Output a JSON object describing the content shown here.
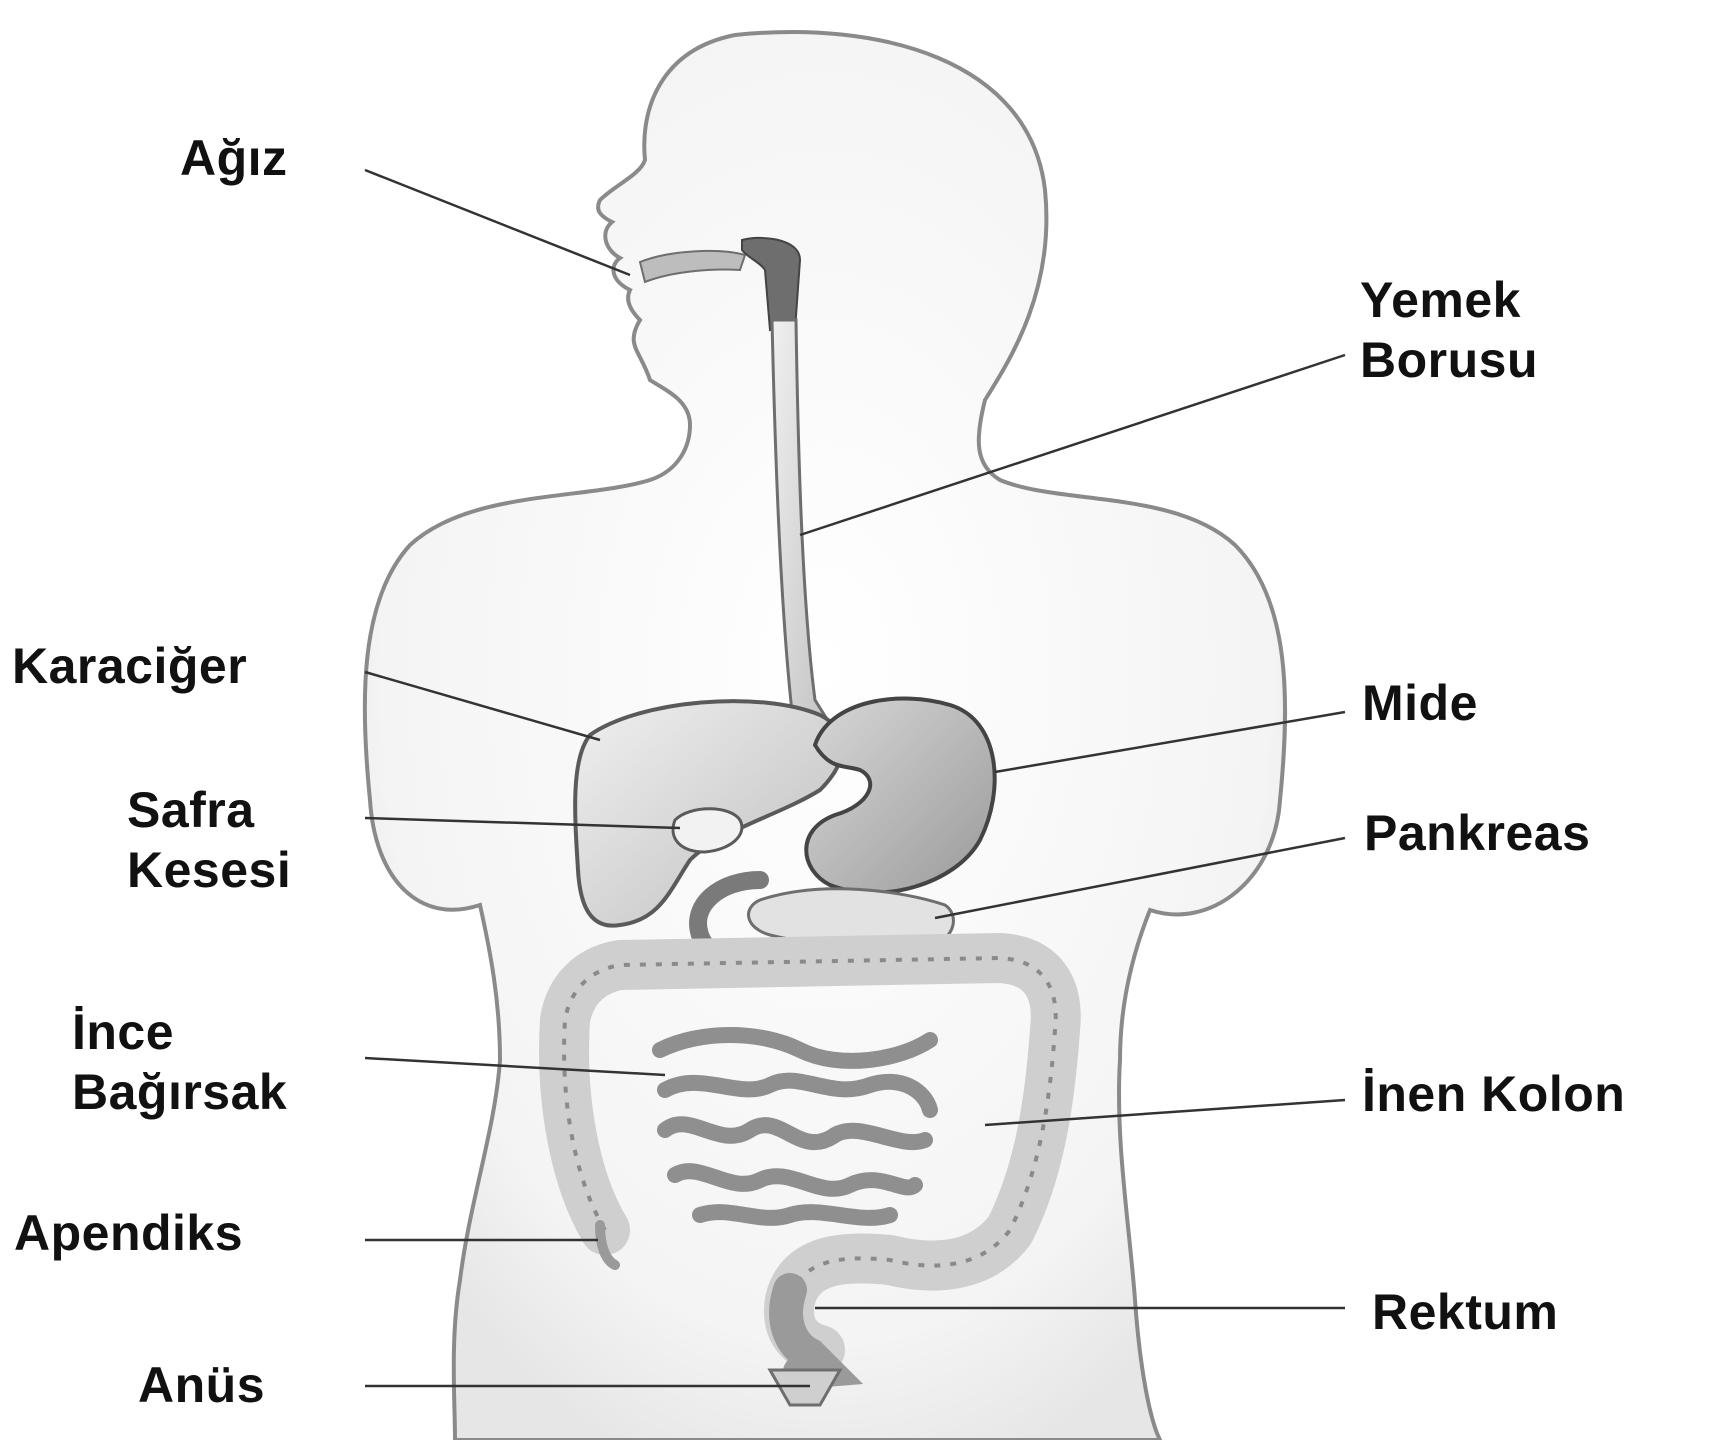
{
  "diagram": {
    "labels": {
      "agiz": "Ağız",
      "yemek_borusu_1": "Yemek",
      "yemek_borusu_2": "Borusu",
      "karaciger": "Karaciğer",
      "mide": "Mide",
      "safra_1": "Safra",
      "safra_2": "Kesesi",
      "pankreas": "Pankreas",
      "ince_1": "İnce",
      "ince_2": "Bağırsak",
      "inen_kolon": "İnen Kolon",
      "apendiks": "Apendiks",
      "rektum": "Rektum",
      "anus": "Anüs"
    }
  }
}
